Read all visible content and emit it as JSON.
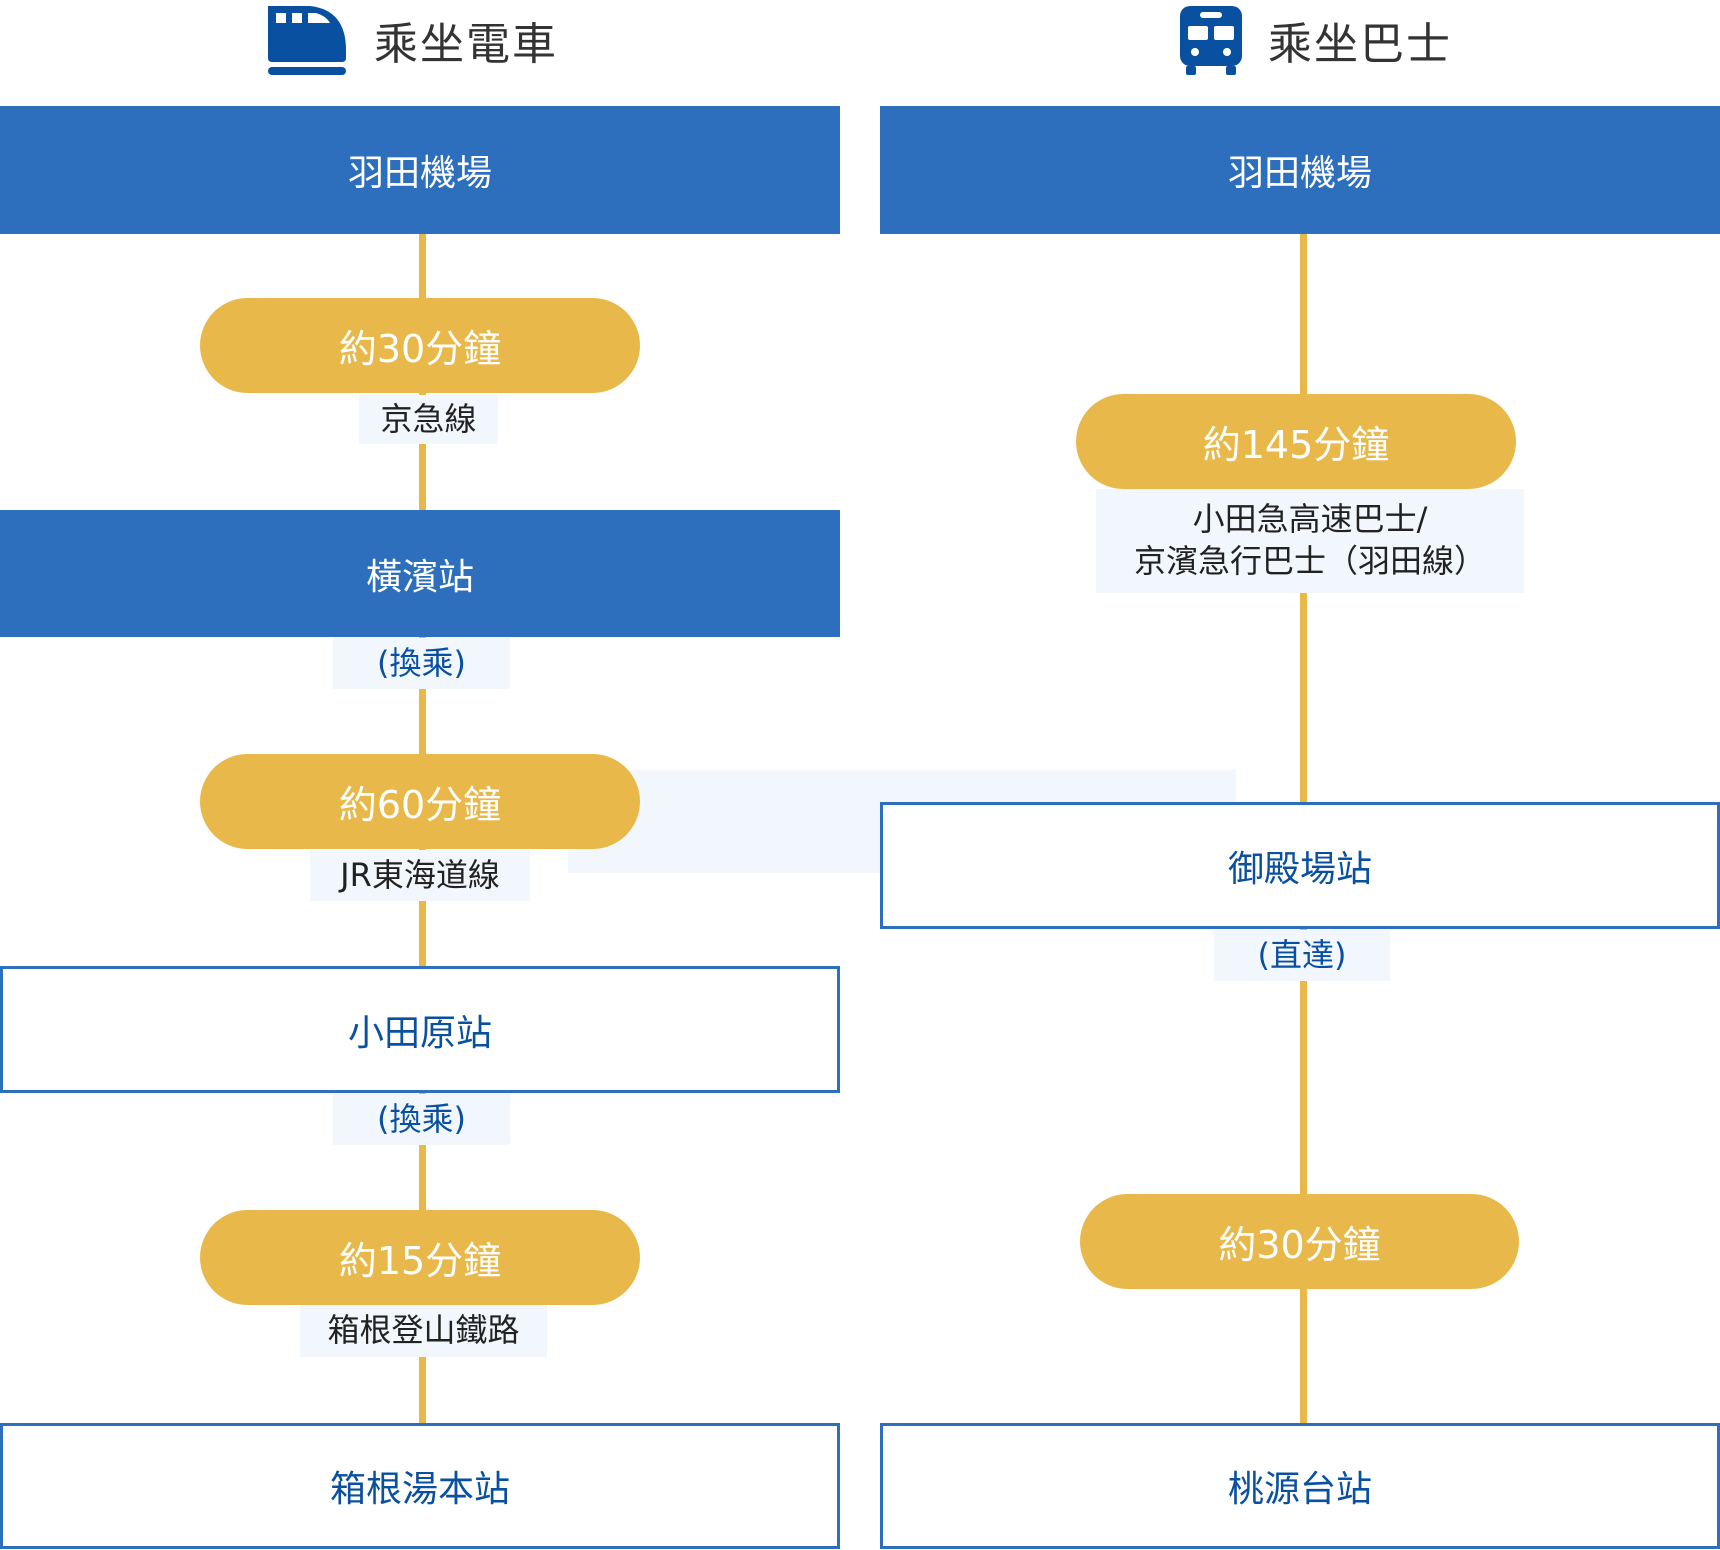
{
  "colors": {
    "station_fill": "#2d6fbd",
    "duration_pill": "#e8b94a",
    "label_bg": "#f2f7fd",
    "text_blue": "#0a50a0"
  },
  "train": {
    "icon": "train-icon",
    "title": "乘坐電車",
    "stations": [
      "羽田機場",
      "橫濱站",
      "小田原站",
      "箱根湯本站"
    ],
    "segments": [
      {
        "duration": "約30分鐘",
        "line": "京急線"
      },
      {
        "duration": "約60分鐘",
        "line": "JR東海道線"
      },
      {
        "duration": "約15分鐘",
        "line": "箱根登山鐵路"
      }
    ],
    "transfers": [
      "(換乘)",
      "(換乘)"
    ]
  },
  "bus": {
    "icon": "bus-icon",
    "title": "乘坐巴士",
    "stations": [
      "羽田機場",
      "御殿場站",
      "桃源台站"
    ],
    "segments": [
      {
        "duration": "約145分鐘",
        "line_1": "小田急高速巴士/",
        "line_2": "京濱急行巴士（羽田線）"
      },
      {
        "duration": "約30分鐘"
      }
    ],
    "transfers": [
      "(直達)"
    ]
  }
}
